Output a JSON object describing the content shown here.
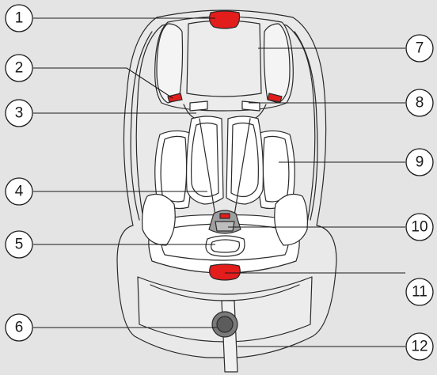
{
  "colors": {
    "background": "#e4e4e4",
    "seat_shell": "#e9e9e9",
    "padding": "#ffffff",
    "outline": "#2a2a2a",
    "accent_red": "#e31c1c",
    "callout_fill": "#ffffff"
  },
  "callouts": [
    {
      "number": "1",
      "part": "headrest-adjuster"
    },
    {
      "number": "2",
      "part": "shoulder-belt-guide-left"
    },
    {
      "number": "3",
      "part": "shoulder-harness-left"
    },
    {
      "number": "4",
      "part": "shoulder-pad"
    },
    {
      "number": "5",
      "part": "crotch-pad"
    },
    {
      "number": "6",
      "part": "harness-adjuster-knob"
    },
    {
      "number": "7",
      "part": "headrest"
    },
    {
      "number": "8",
      "part": "shoulder-harness-right"
    },
    {
      "number": "9",
      "part": "side-cushion"
    },
    {
      "number": "10",
      "part": "buckle"
    },
    {
      "number": "11",
      "part": "recline-adjuster"
    },
    {
      "number": "12",
      "part": "adjustment-strap"
    }
  ]
}
